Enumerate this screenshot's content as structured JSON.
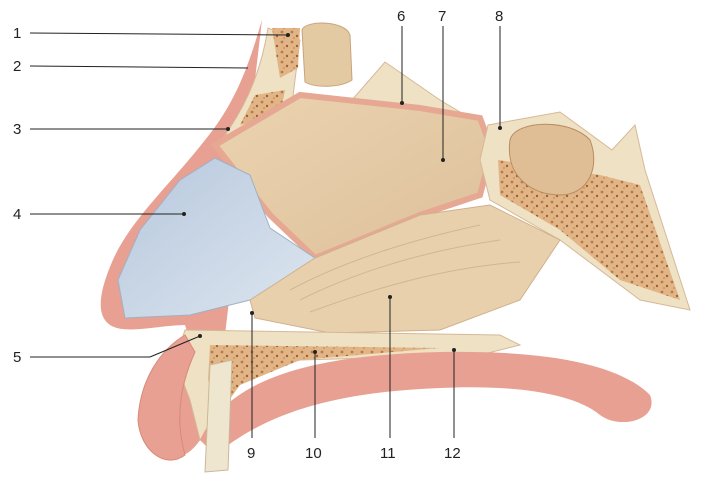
{
  "labels": {
    "l1": "1",
    "l2": "2",
    "l3": "3",
    "l4": "4",
    "l5": "5",
    "l6": "6",
    "l7": "7",
    "l8": "8",
    "l9": "9",
    "l10": "10",
    "l11": "11",
    "l12": "12"
  },
  "colors": {
    "skin": "#e7a091",
    "skin_dark": "#d9897a",
    "bone": "#efe1c4",
    "marrow": "#d8a877",
    "septum": "#e6cfae",
    "cartilage": "#c5d3e3",
    "mucosa": "#f0c2b2"
  }
}
